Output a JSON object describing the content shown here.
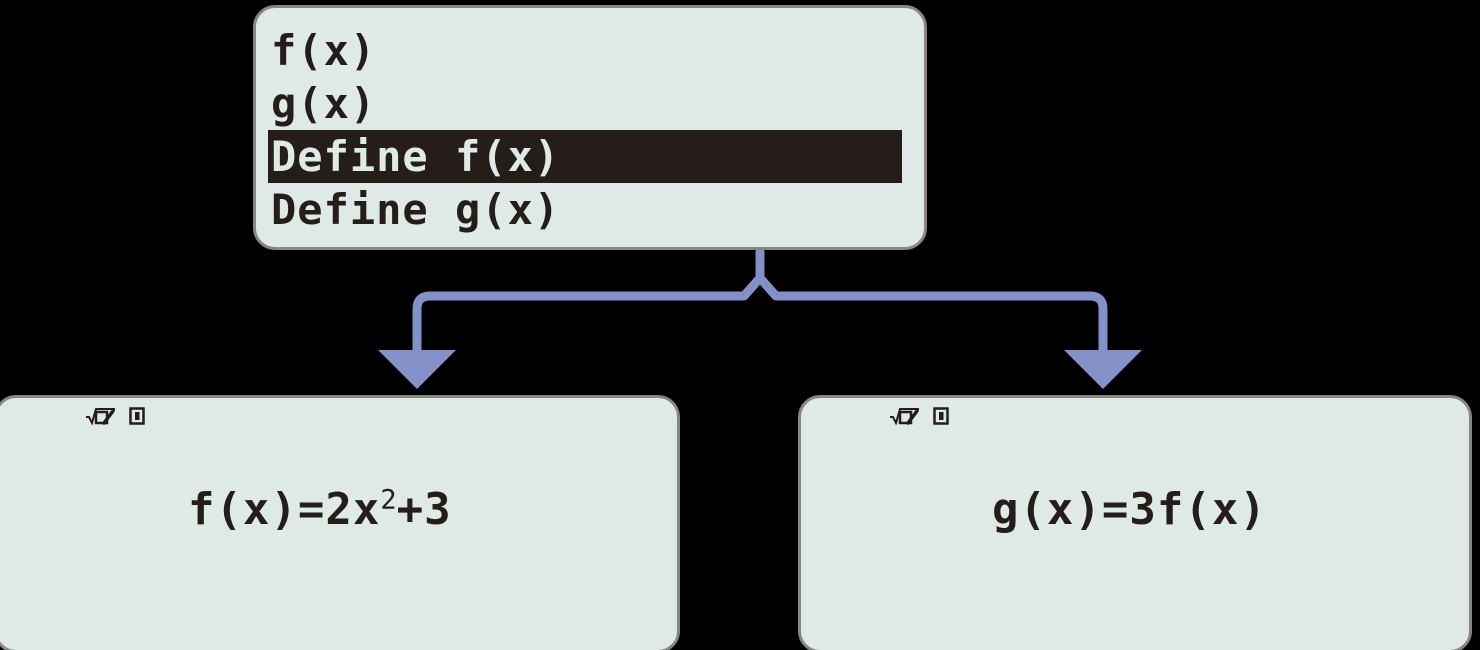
{
  "diagram": {
    "title": "Calculator function definition menu branching to two result screens",
    "background_color": "#000000",
    "connector_color": "#8490c8"
  },
  "menu_panel": {
    "background_color": "#dfe9e5",
    "border_color": "#87877f",
    "highlight_color": "#241d1a",
    "text_color": "#241d1a",
    "items": [
      {
        "label": "f(x)",
        "selected": false
      },
      {
        "label": "g(x)",
        "selected": false
      },
      {
        "label": "Define f(x)",
        "selected": true
      },
      {
        "label": "Define g(x)",
        "selected": false
      }
    ]
  },
  "result_left": {
    "status_icons": [
      {
        "name": "natural-display-icon",
        "glyph": "√□⁄"
      },
      {
        "name": "degree-mode-icon",
        "glyph": "D"
      }
    ],
    "formula_prefix": "f(x)=2x",
    "formula_superscript": "2",
    "formula_suffix": "+3",
    "formula_full": "f(x)=2x^2+3"
  },
  "result_right": {
    "status_icons": [
      {
        "name": "natural-display-icon",
        "glyph": "√□⁄"
      },
      {
        "name": "degree-mode-icon",
        "glyph": "D"
      }
    ],
    "formula_prefix": "g(x)=3f(x)",
    "formula_superscript": "",
    "formula_suffix": "",
    "formula_full": "g(x)=3f(x)"
  }
}
